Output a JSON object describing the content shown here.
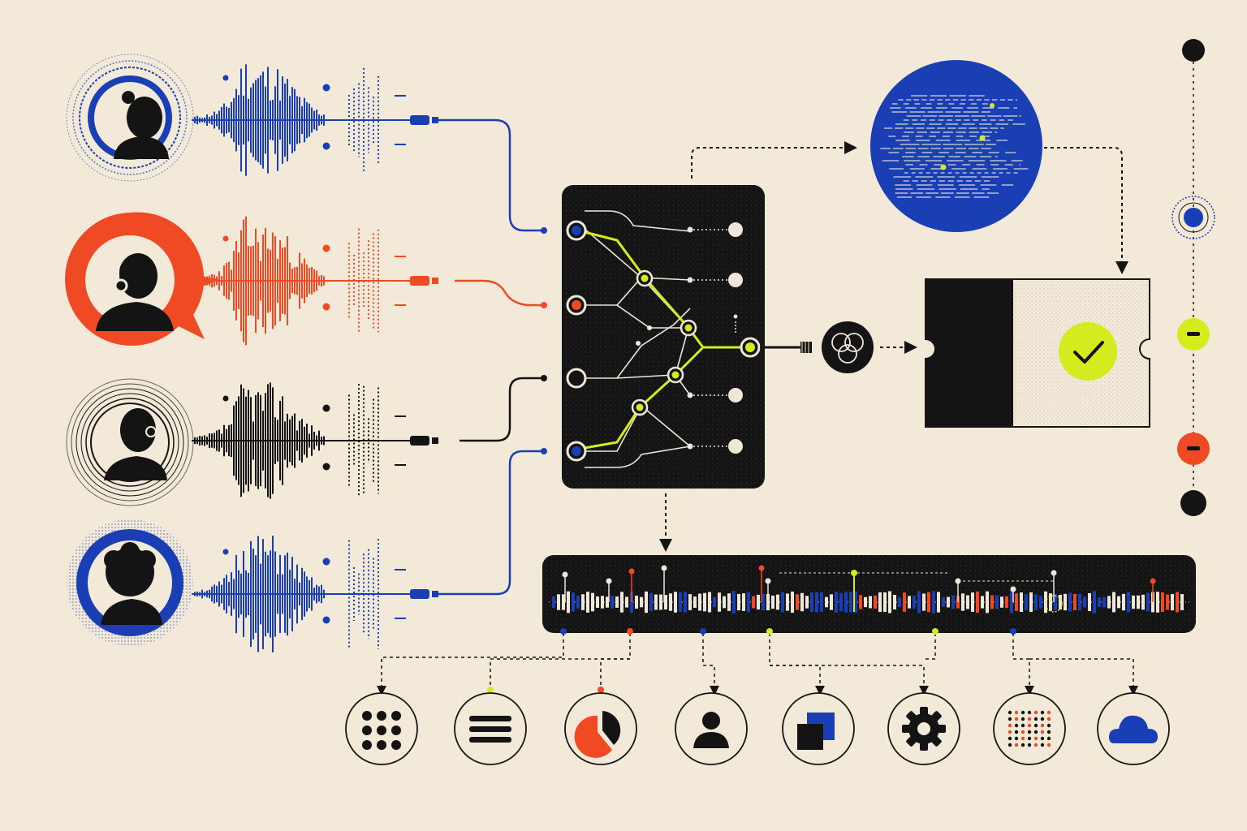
{
  "colors": {
    "background": "#f3e9d8",
    "ink": "#141414",
    "blue": "#1a3fb4",
    "red": "#f04a24",
    "lime": "#d4ec1e",
    "cream": "#efe7d8"
  },
  "speakers": [
    {
      "role": "speaker-woman",
      "color": "blue",
      "frame": "halftone-ring"
    },
    {
      "role": "speaker-agent-headset",
      "color": "red",
      "frame": "speech-bubble"
    },
    {
      "role": "speaker-man-glasses",
      "color": "black",
      "frame": "line-rings"
    },
    {
      "role": "speaker-curly-hair",
      "color": "blue",
      "frame": "halftone-ring"
    }
  ],
  "router": {
    "input_colors": [
      "blue",
      "red",
      "black",
      "blue"
    ],
    "output_count": 5
  },
  "merge_node_icon": "venn-circles-icon",
  "verified_card_icon": "checkmark-icon",
  "timeline_status_colors": [
    "black",
    "blue",
    "lime",
    "lime",
    "red",
    "black"
  ],
  "output_icons": [
    "apps-grid-icon",
    "menu-list-icon",
    "pie-chart-icon",
    "user-icon",
    "layers-icon",
    "gear-icon",
    "dot-matrix-icon",
    "cloud-icon"
  ]
}
